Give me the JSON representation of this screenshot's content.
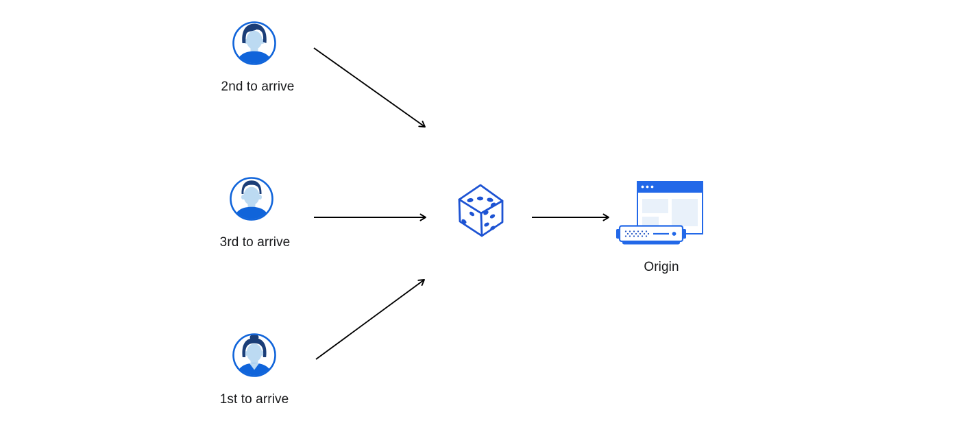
{
  "diagram": {
    "clients": [
      {
        "label": "2nd to arrive",
        "avatar": "person-wavy-hair"
      },
      {
        "label": "3rd to arrive",
        "avatar": "person-short-hair"
      },
      {
        "label": "1st to arrive",
        "avatar": "person-hair-bun"
      }
    ],
    "balancer": {
      "icon": "dice-icon"
    },
    "origin": {
      "label": "Origin",
      "icon": "origin-server-icon"
    },
    "colors": {
      "accent_blue": "#1064da",
      "dice_blue": "#1d53d3",
      "hair_navy": "#1b3e78",
      "skin_light_blue": "#bcdaf2",
      "panel_light_blue": "#e9f1fa",
      "titlebar_blue": "#2268e8",
      "arrow": "#000000",
      "label_text": "#17181a",
      "background": "#ffffff"
    }
  }
}
